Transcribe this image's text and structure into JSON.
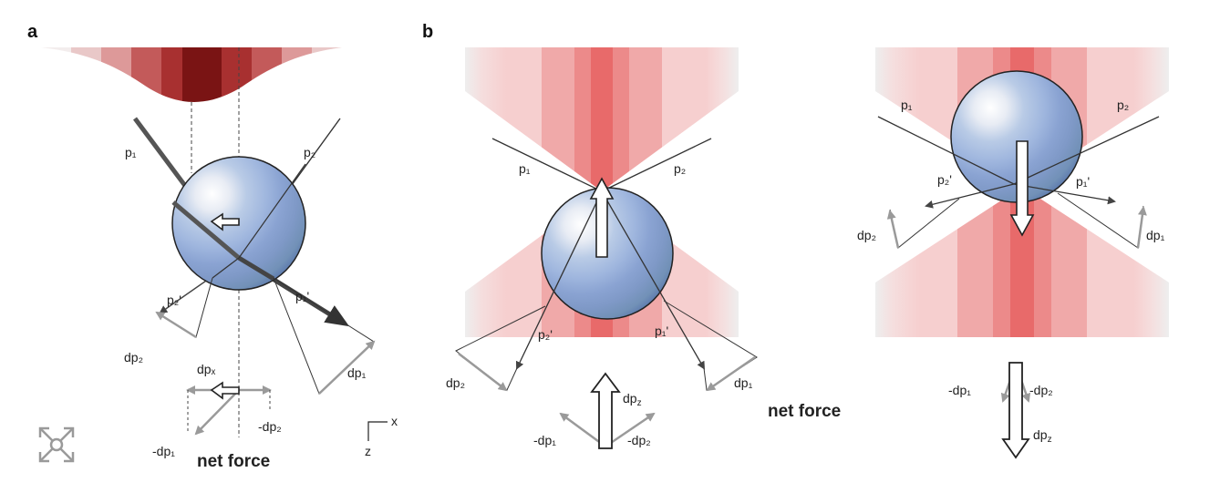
{
  "panels": {
    "a": "a",
    "b": "b"
  },
  "labels": {
    "p1": "p₁",
    "p2": "p₂",
    "p1_prime": "p₁'",
    "p2_prime": "p₂'",
    "dp1": "dp₁",
    "dp2": "dp₂",
    "dpx": "dpₓ",
    "dpz": "dp_z",
    "neg_dp1": "-dp₁",
    "neg_dp2": "-dp₂",
    "net_force": "net force",
    "axis_x": "x",
    "axis_z": "z"
  },
  "colors": {
    "beam_dark": "#8b1a1a",
    "beam_mid": "#e2585a",
    "beam_light": "#f6c9c9",
    "sphere_light": "#ffffff",
    "sphere_blue": "#7f9fcf",
    "sphere_dark": "#4a64a6",
    "ray_gray": "#999999",
    "ray_dark": "#444444"
  },
  "icons": {
    "expand": "expand-icon"
  }
}
